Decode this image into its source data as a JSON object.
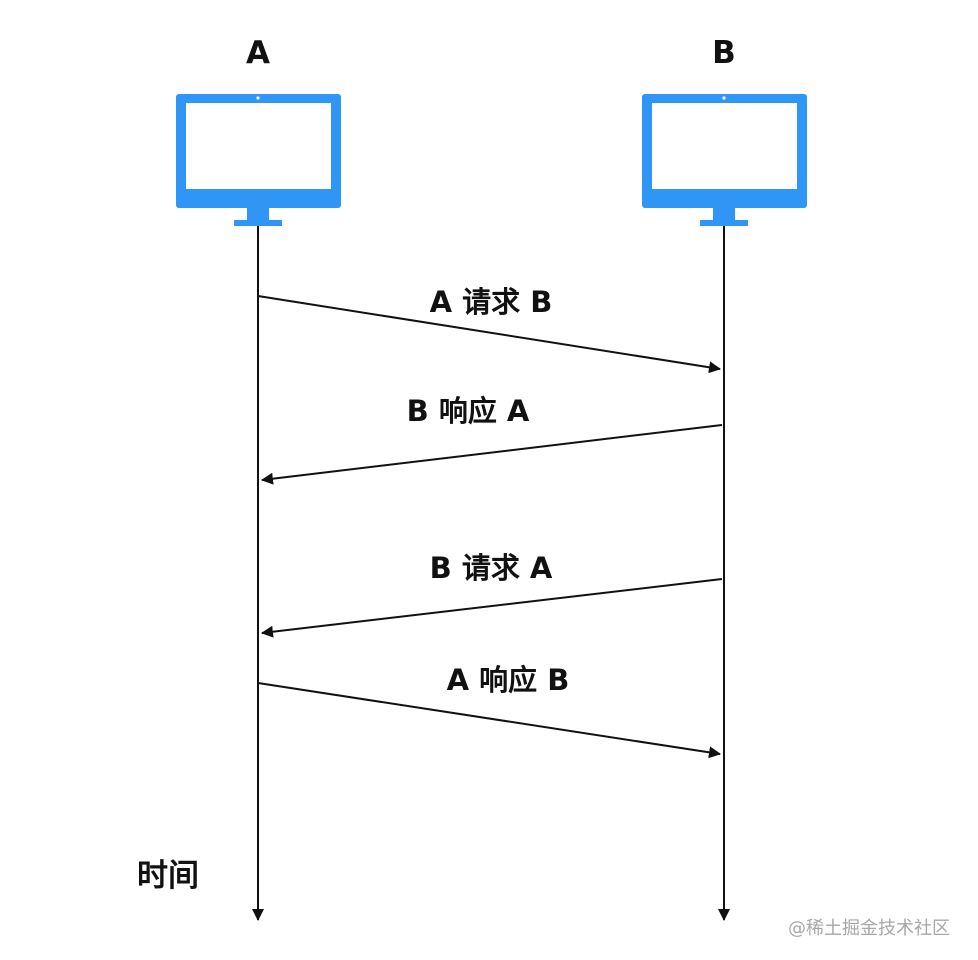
{
  "nodes": {
    "a": {
      "label": "A"
    },
    "b": {
      "label": "B"
    }
  },
  "messages": [
    {
      "label": "A 请求 B",
      "from": "A",
      "to": "B"
    },
    {
      "label": "B 响应 A",
      "from": "B",
      "to": "A"
    },
    {
      "label": "B 请求 A",
      "from": "B",
      "to": "A"
    },
    {
      "label": "A 响应 B",
      "from": "A",
      "to": "B"
    }
  ],
  "axis": {
    "label": "时间"
  },
  "watermark": "@稀土掘金技术社区",
  "colors": {
    "monitor": "#2f96f6",
    "line": "#111111",
    "text": "#111111",
    "watermark": "#a7a7a7"
  }
}
